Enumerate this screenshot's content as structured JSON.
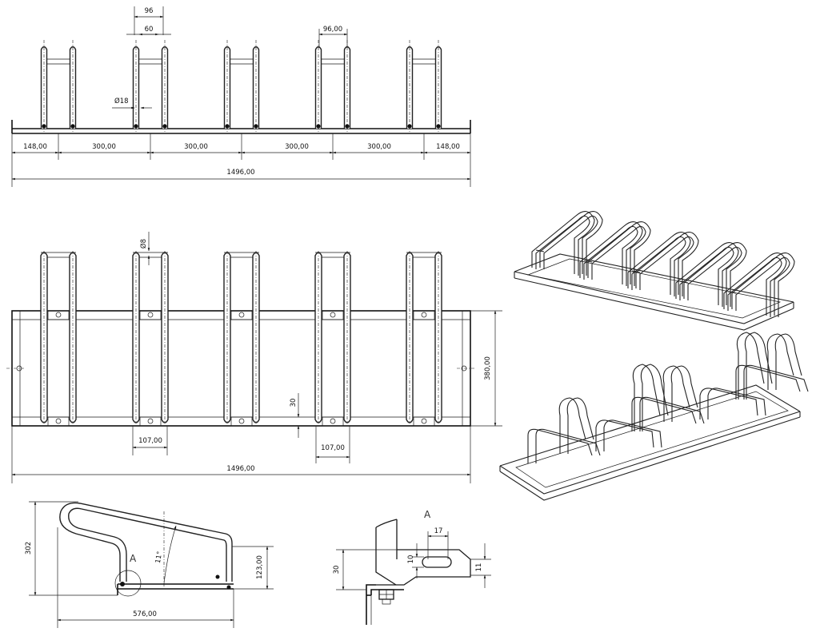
{
  "front_view": {
    "dims_top": {
      "d1": "96",
      "d2": "60",
      "d3": "96,00",
      "dia": "Ø18"
    },
    "spacing": [
      "148,00",
      "300,00",
      "300,00",
      "300,00",
      "300,00",
      "148,00"
    ],
    "total": "1496,00"
  },
  "plan_view": {
    "dia": "Ø8",
    "height": "380,00",
    "gap": "30",
    "w_left": "107,00",
    "w_right": "107,00",
    "total": "1496,00"
  },
  "side_view": {
    "height": "302",
    "angle": "11°",
    "height2": "123,00",
    "length": "576,00",
    "detail_label": "A"
  },
  "detail_a": {
    "label": "A",
    "w": "17",
    "h1": "10",
    "h2": "11",
    "h3": "30"
  }
}
